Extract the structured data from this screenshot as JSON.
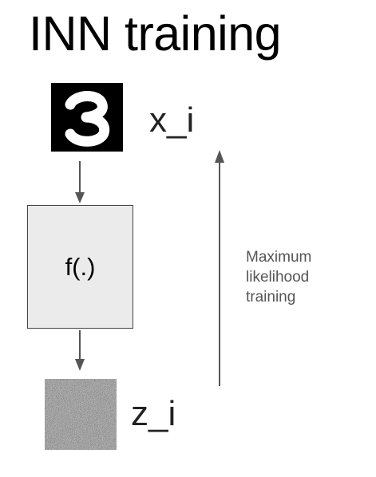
{
  "title": "INN training",
  "input_label": "x_i",
  "function_label": "f(.)",
  "latent_label": "z_i",
  "side_annotation": [
    "Maximum",
    "likelihood",
    "training"
  ],
  "colors": {
    "arrow": "#555555",
    "function_box_fill": "#ebebeb",
    "function_box_border": "#444444",
    "digit_background": "#000000",
    "digit_stroke": "#ffffff"
  },
  "icons": {
    "input_image": "handwritten-digit-3",
    "latent_image": "gaussian-noise-square"
  }
}
